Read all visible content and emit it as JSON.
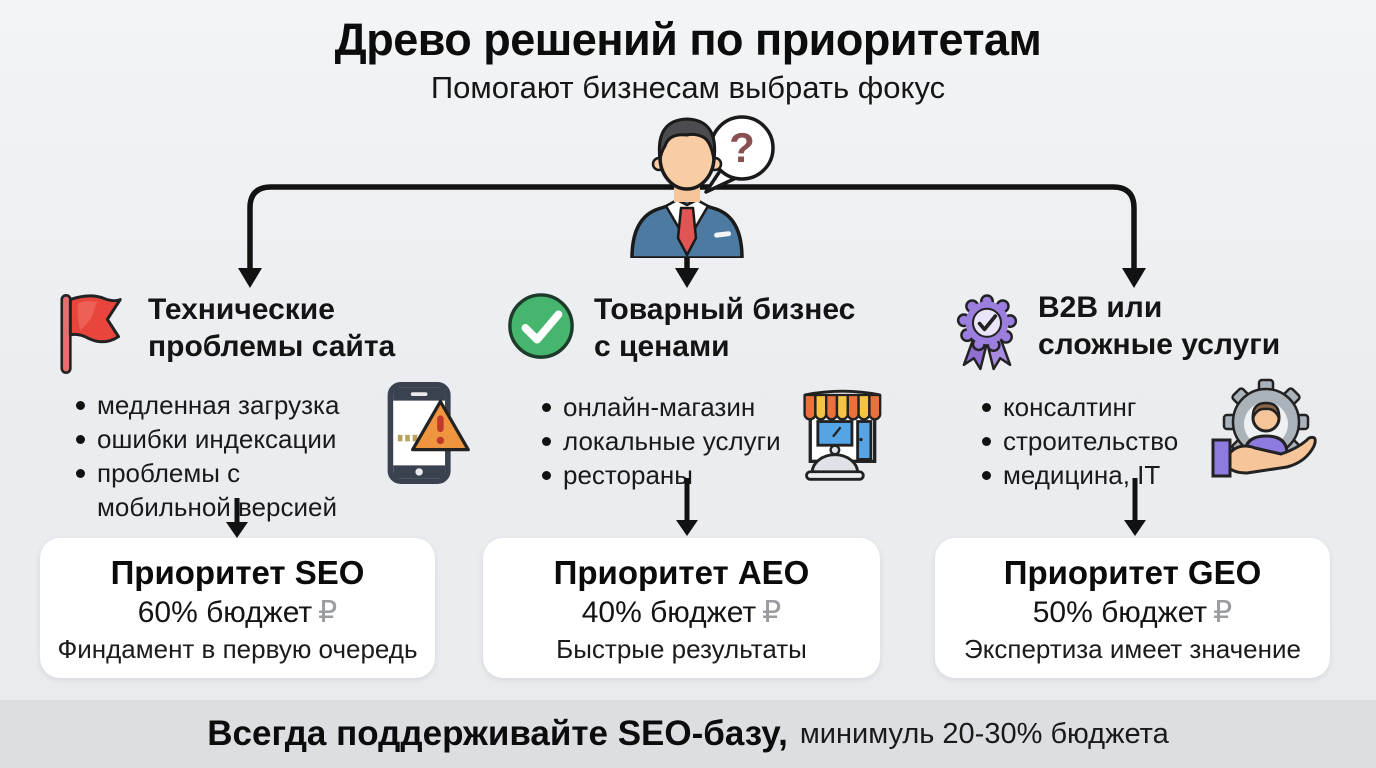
{
  "header": {
    "title": "Древо решений по приоритетам",
    "subtitle": "Помогают бизнесам выбрать фокус"
  },
  "person": {
    "bubble_char": "?"
  },
  "branches": [
    {
      "title_line1": "Технические",
      "title_line2": "проблемы сайта",
      "icon": "red-flag",
      "bullets": [
        "медленная загрузка",
        "ошибки индексации",
        "проблемы с мобильной версией"
      ],
      "side_icon": "phone-warning",
      "card": {
        "title": "Приоритет SEO",
        "budget": "60% бюджет",
        "currency": "₽",
        "note": "Финдамент в первую очередь"
      }
    },
    {
      "title_line1": "Товарный бизнес",
      "title_line2": "с ценами",
      "icon": "green-check",
      "bullets": [
        "онлайн-магазин",
        "локальные услуги",
        "рестораны"
      ],
      "side_icon": "storefront",
      "card": {
        "title": "Приоритет AEO",
        "budget": "40% бюджет",
        "currency": "₽",
        "note": "Быстрые результаты"
      }
    },
    {
      "title_line1": "B2B или",
      "title_line2": "сложные услуги",
      "icon": "purple-badge",
      "bullets": [
        "консалтинг",
        "строительство",
        "медицина, IT"
      ],
      "side_icon": "hand-gear-person",
      "card": {
        "title": "Приоритет GEO",
        "budget": "50% бюджет",
        "currency": "₽",
        "note": "Экспертиза имеет значение"
      }
    }
  ],
  "footer": {
    "bold": "Всегда поддерживайте SEO-базу,",
    "regular": "минимуль 20-30% бюджета"
  },
  "colors": {
    "background": "#ebedf0",
    "footer_band": "#dcdee1",
    "card": "#ffffff",
    "text": "#111111",
    "ruble_gray": "#9a9ca0",
    "flag_red": "#e8463d",
    "check_green": "#46b56d",
    "badge_purple": "#9b7ede",
    "suit_blue": "#4d7aa0",
    "warning_orange": "#f0953f",
    "store_blue": "#55a4e6"
  }
}
